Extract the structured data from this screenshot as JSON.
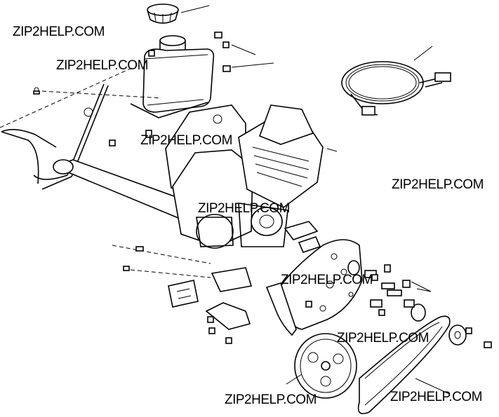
{
  "watermarks": [
    "ZIP2HELP.COM",
    "ZIP2HELP.COM",
    "ZIP2HELP.COM",
    "ZIP2HELP.COM",
    "ZIP2HELP.COM",
    "ZIP2HELP.COM",
    "ZIP2HELP.COM",
    "ZIP2HELP.COM",
    "ZIP2HELP.COM"
  ],
  "colors": {
    "line": "#000000",
    "background": "#ffffff"
  }
}
